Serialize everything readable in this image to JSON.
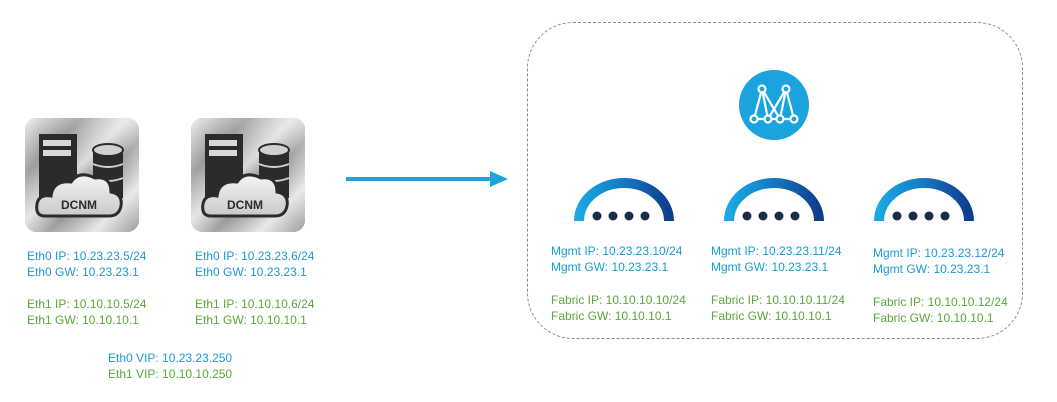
{
  "servers": [
    {
      "logo_text": "DCNM",
      "eth0_ip": "Eth0 IP: 10.23.23.5/24",
      "eth0_gw": "Eth0 GW: 10.23.23.1",
      "eth1_ip": "Eth1 IP: 10.10.10.5/24",
      "eth1_gw": "Eth1 GW: 10.10.10.1"
    },
    {
      "logo_text": "DCNM",
      "eth0_ip": "Eth0 IP: 10.23.23.6/24",
      "eth0_gw": "Eth0 GW: 10.23.23.1",
      "eth1_ip": "Eth1 IP: 10.10.10.6/24",
      "eth1_gw": "Eth1 GW: 10.10.10.1"
    }
  ],
  "vips": {
    "eth0": "Eth0 VIP: 10.23.23.250",
    "eth1": "Eth1 VIP: 10.10.10.250"
  },
  "nodes": [
    {
      "mgmt_ip": "Mgmt IP: 10.23.23.10/24",
      "mgmt_gw": "Mgmt GW: 10.23.23.1",
      "fabric_ip": "Fabric IP: 10.10.10.10/24",
      "fabric_gw": "Fabric GW: 10.10.10.1"
    },
    {
      "mgmt_ip": "Mgmt IP: 10.23.23.11/24",
      "mgmt_gw": "Mgmt GW: 10.23.23.1",
      "fabric_ip": "Fabric IP: 10.10.10.11/24",
      "fabric_gw": "Fabric GW: 10.10.10.1"
    },
    {
      "mgmt_ip": "Mgmt IP: 10.23.23.12/24",
      "mgmt_gw": "Mgmt GW: 10.23.23.1",
      "fabric_ip": "Fabric IP: 10.10.10.12/24",
      "fabric_gw": "Fabric GW: 10.10.10.1"
    }
  ],
  "colors": {
    "mgmt_text": "#1a9ad6",
    "fabric_text": "#5aa73a",
    "arrow": "#1aa6dd",
    "orchestrator_circle": "#1aa3dc"
  },
  "icons": {
    "server": "dcnm-server-icon",
    "orchestrator": "nexus-dashboard-icon",
    "node": "cluster-node-icon",
    "arrow": "migration-arrow"
  }
}
